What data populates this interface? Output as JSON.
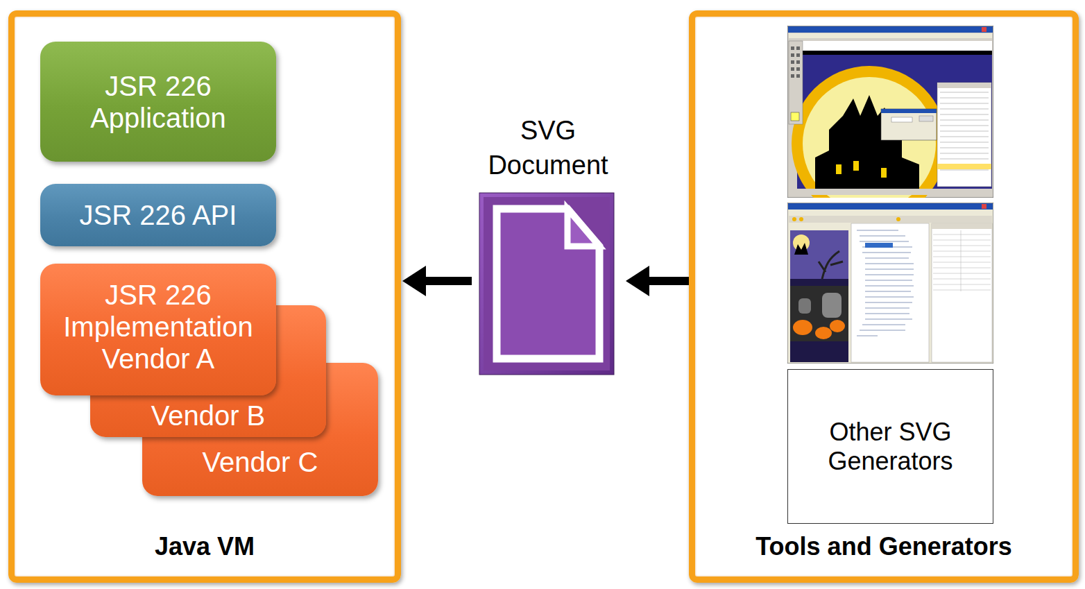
{
  "diagram": {
    "nodes": [
      {
        "text": [
          "Java VM"
        ]
      },
      {
        "text": [
          "JSR 226 Application"
        ],
        "in": 0
      },
      {
        "text": [
          "JSR 226 API"
        ],
        "in": 0
      },
      {
        "text": [
          "JSR 226 Implementation Vendor A"
        ],
        "in": 0
      },
      {
        "text": [
          "Vendor B"
        ],
        "in": 0
      },
      {
        "text": [
          "Vendor C"
        ],
        "in": 0
      },
      {
        "text": [
          "SVG Document"
        ]
      },
      {
        "text": [
          "Tools and Generators"
        ]
      },
      {
        "text": [
          "Other SVG Generators"
        ],
        "in": 7
      }
    ],
    "edges": [
      {
        "from": 6,
        "to": 0,
        "arrow": "to"
      },
      {
        "from": 7,
        "to": 6,
        "arrow": "to"
      }
    ]
  }
}
